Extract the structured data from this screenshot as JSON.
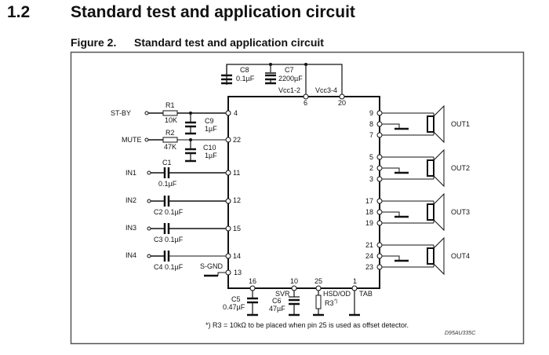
{
  "section": {
    "number": "1.2",
    "title": "Standard test and application circuit"
  },
  "figure": {
    "number": "Figure 2.",
    "title": "Standard test and application circuit"
  },
  "colors": {
    "wire": "#111111",
    "frame": "#555555",
    "background": "#ffffff"
  },
  "circuit": {
    "top_caps": {
      "c8": {
        "name": "C8",
        "value": "0.1µF"
      },
      "c7": {
        "name": "C7",
        "value": "2200µF"
      }
    },
    "supply": {
      "vcc12": "Vcc1-2",
      "vcc34": "Vcc3-4",
      "pin6": "6",
      "pin20": "20"
    },
    "inputs": {
      "stby": {
        "label": "ST-BY",
        "r": "R1",
        "r_val": "10K",
        "c": "C9",
        "c_val": "1µF",
        "pin": "4"
      },
      "mute": {
        "label": "MUTE",
        "r": "R2",
        "r_val": "47K",
        "c": "C10",
        "c_val": "1µF",
        "pin": "22"
      },
      "in1": {
        "label": "IN1",
        "c": "C1",
        "c_val": "0.1µF",
        "pin": "11"
      },
      "in2": {
        "label": "IN2",
        "c_full": "C2 0.1µF",
        "pin": "12"
      },
      "in3": {
        "label": "IN3",
        "c_full": "C3 0.1µF",
        "pin": "15"
      },
      "in4": {
        "label": "IN4",
        "c_full": "C4 0.1µF",
        "pin": "14"
      },
      "sgnd": {
        "label": "S-GND",
        "pin": "13"
      }
    },
    "outputs": [
      {
        "label": "OUT1",
        "pins": [
          "9",
          "8",
          "7"
        ]
      },
      {
        "label": "OUT2",
        "pins": [
          "5",
          "2",
          "3"
        ]
      },
      {
        "label": "OUT3",
        "pins": [
          "17",
          "18",
          "19"
        ]
      },
      {
        "label": "OUT4",
        "pins": [
          "21",
          "24",
          "23"
        ]
      }
    ],
    "bottom": {
      "pin16": "16",
      "c5": "C5",
      "c5_val": "0.47µF",
      "pin10": "10",
      "svr": "SVR",
      "c6": "C6",
      "c6_val": "47µF",
      "pin25": "25",
      "hsd": "HSD/OD",
      "r3": "R3",
      "pin1": "1",
      "tab": "TAB"
    },
    "footnote": "*) R3 = 10kΩ to be placed when pin 25 is used as offset detector.",
    "drawing_code": "D95AU335C"
  }
}
